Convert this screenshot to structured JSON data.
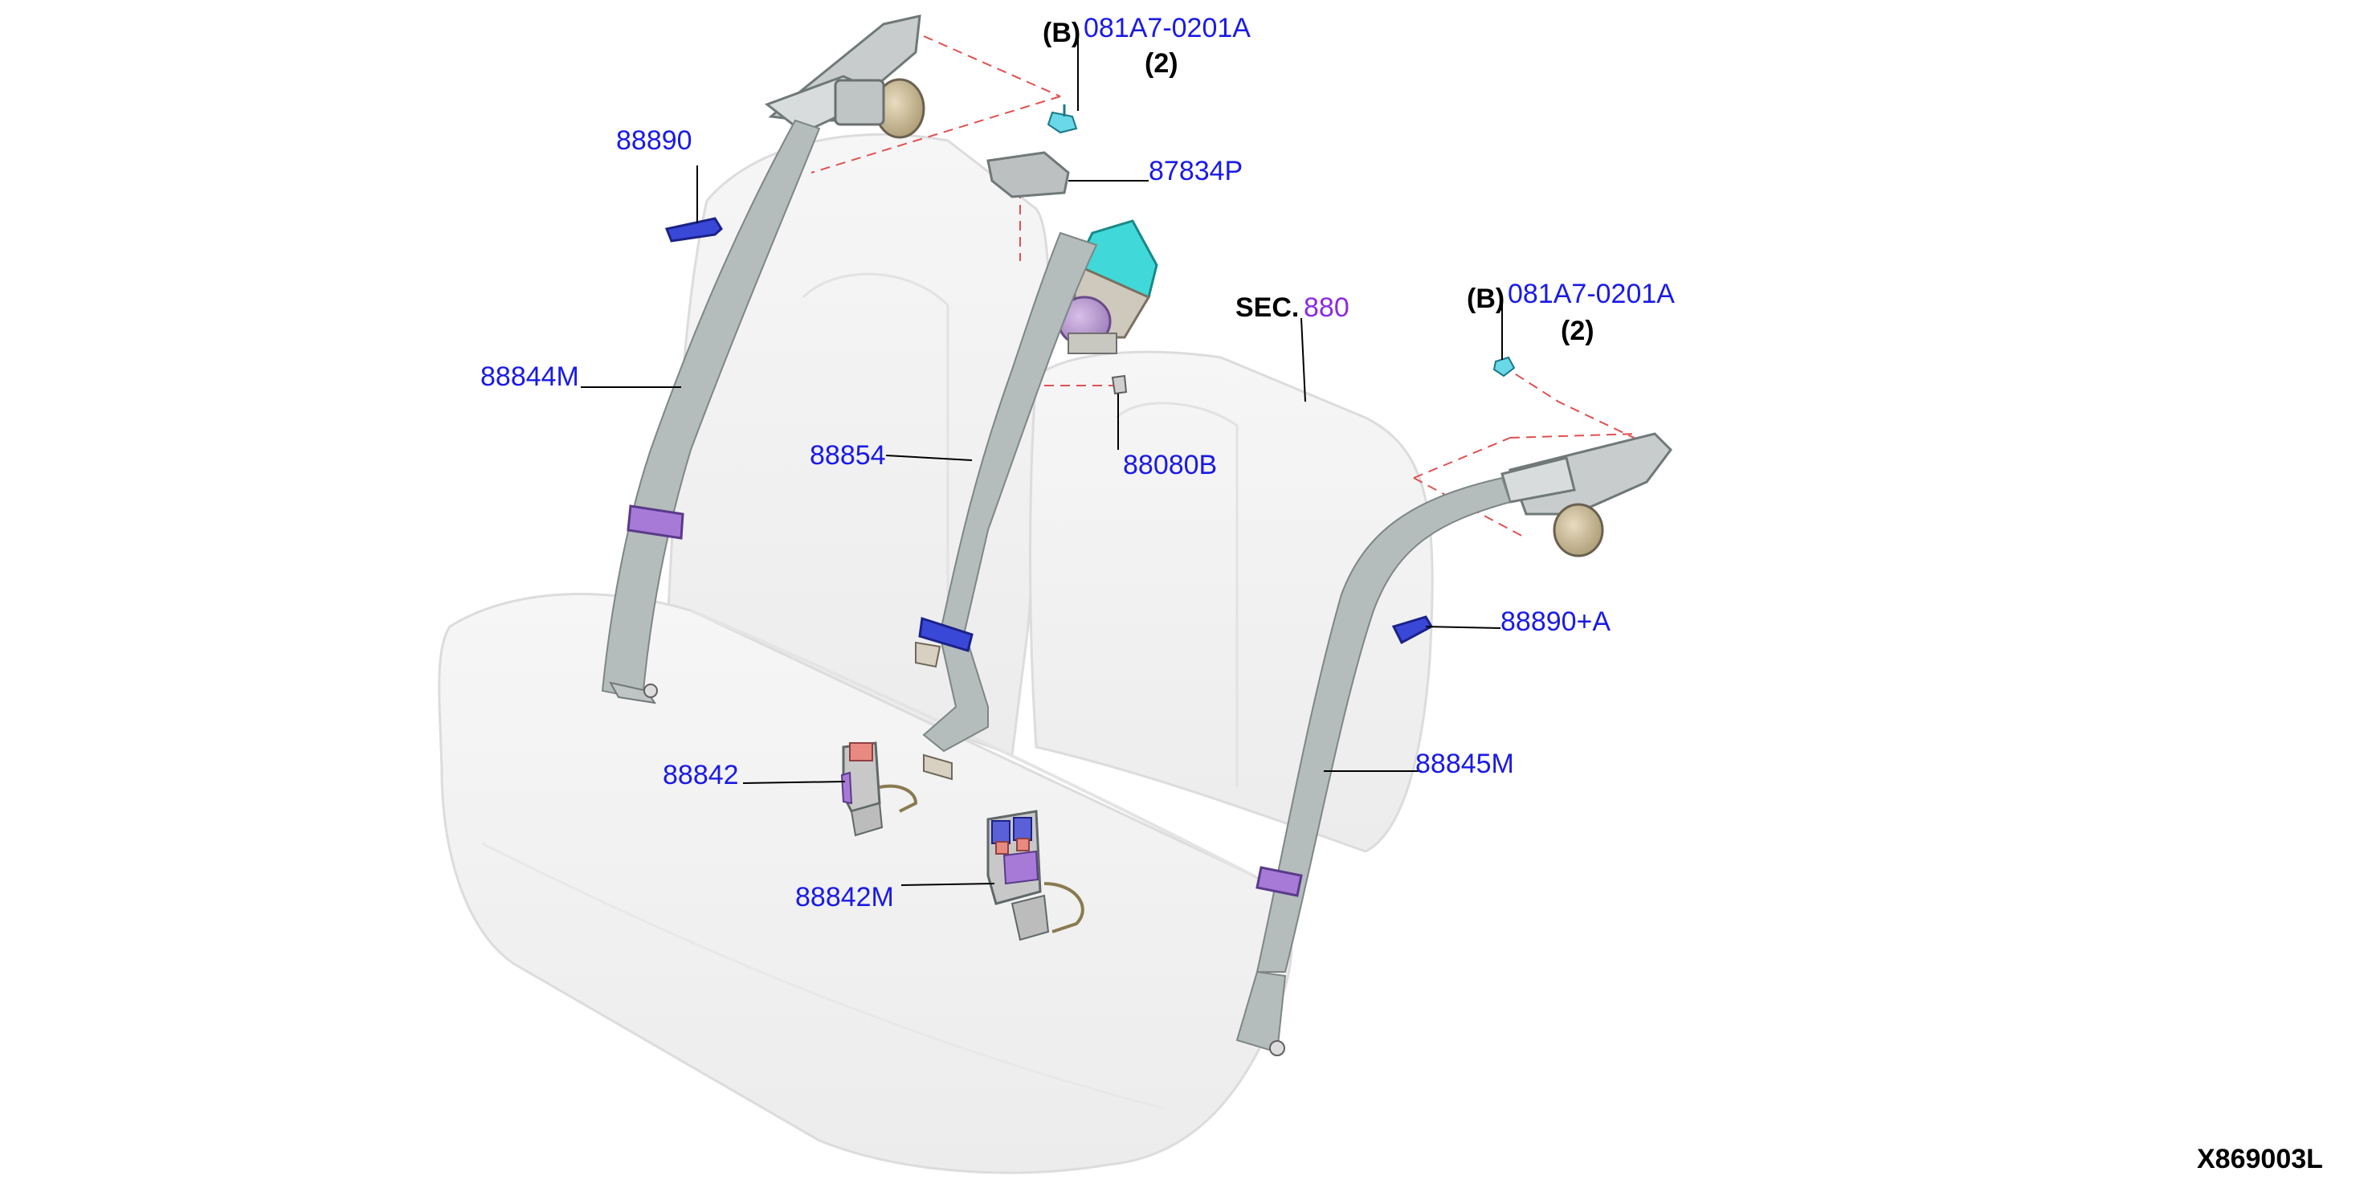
{
  "labels": {
    "bolt_left_tag": "(B)",
    "bolt_left_part": "081A7-0201A",
    "bolt_left_qty": "(2)",
    "bolt_right_tag": "(B)",
    "bolt_right_part": "081A7-0201A",
    "bolt_right_qty": "(2)",
    "cover": "87834P",
    "guide_left": "88890",
    "sec_prefix": "SEC.",
    "sec_number": "880",
    "belt_left": "88844M",
    "belt_center": "88854",
    "bracket": "88080B",
    "guide_right": "88890+A",
    "buckle_single": "88842",
    "belt_right": "88845M",
    "buckle_double": "88842M",
    "figure_code": "X869003L"
  },
  "colors": {
    "part_number": "#1a1ae6",
    "section_ref": "#8a2be2",
    "leader": "#000000",
    "dashed_guide": "#e05050",
    "belt": "#b4bcbc",
    "seat": "#eeeeee",
    "retractor_accent": "#40d8d8",
    "buckle_purple": "#9a6ad8"
  }
}
